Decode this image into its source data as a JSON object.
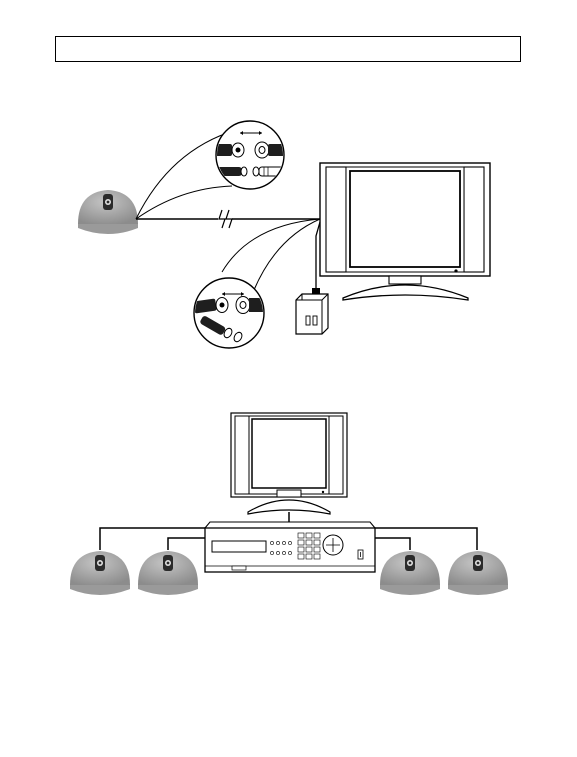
{
  "header": {
    "title": ""
  },
  "colors": {
    "camera_body": "#a9a9a9",
    "camera_dark": "#3a3a3a",
    "line": "#000000",
    "screen_fill": "#ffffff",
    "bnc_dark": "#1e1e1e"
  },
  "diagram_top": {
    "devices": [
      "dome-camera",
      "monitor",
      "power-adapter",
      "bnc-connector-detail-top",
      "bnc-connector-detail-bottom"
    ]
  },
  "diagram_bottom": {
    "devices": [
      "monitor",
      "dvr",
      "dome-camera-1",
      "dome-camera-2",
      "dome-camera-3",
      "dome-camera-4"
    ]
  }
}
